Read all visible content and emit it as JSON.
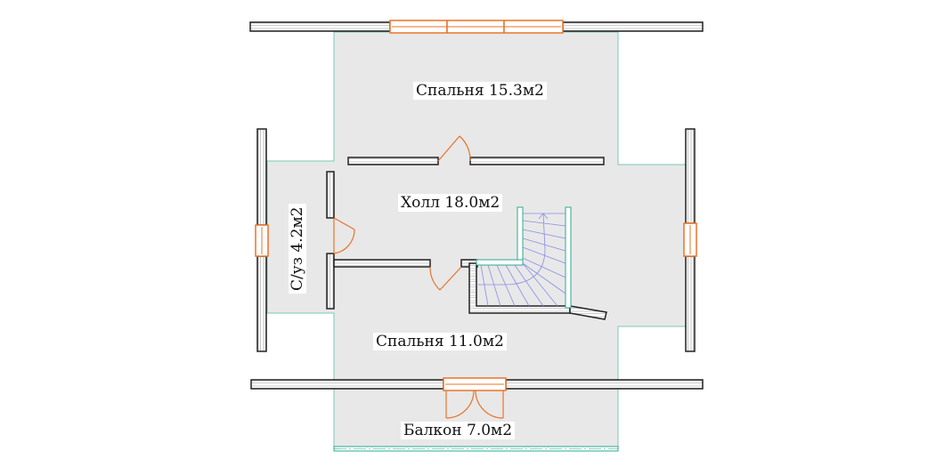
{
  "rooms": {
    "bedroom_top": "Спальня 15.3м2",
    "hall": "Холл 18.0м2",
    "bathroom": "С/уз 4.2м2",
    "bedroom_bottom": "Спальня 11.0м2",
    "balcony": "Балкон 7.0м2"
  },
  "colors": {
    "floor": "#e8e8e8",
    "wall_fill": "#ffffff",
    "wall_stroke": "#222222",
    "outline": "#79c7b9",
    "window": "#e8742a",
    "door": "#e8742a",
    "stair_frame": "#2aa88f",
    "stair_lines": "#8a8ee6"
  }
}
